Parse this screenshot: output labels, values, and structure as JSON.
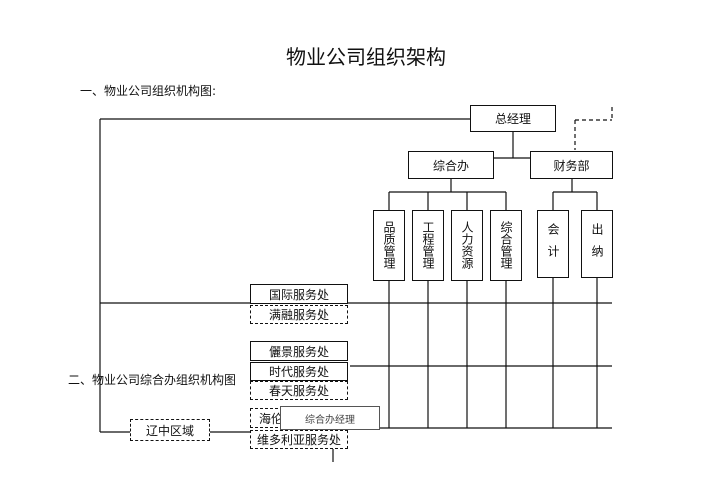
{
  "title": "物业公司组织架构",
  "section1_heading": "一、物业公司组织机构图:",
  "section2_heading": "二、物业公司综合办组织机构图",
  "nodes": {
    "gm": "总经理",
    "admin": "综合办",
    "finance": "财务部",
    "quality": "品质管理",
    "engineering": "工程管理",
    "hr": "人力资源",
    "general_mgmt": "综合管理",
    "accounting": "会计",
    "cashier": "出纳",
    "admin_manager": "综合办经理",
    "region": "辽中区域"
  },
  "service_offices": [
    "国际服务处",
    "满融服务处",
    "儷景服务处",
    "时代服务处",
    "春天服务处",
    "海伦",
    "维多利亚服务处"
  ]
}
